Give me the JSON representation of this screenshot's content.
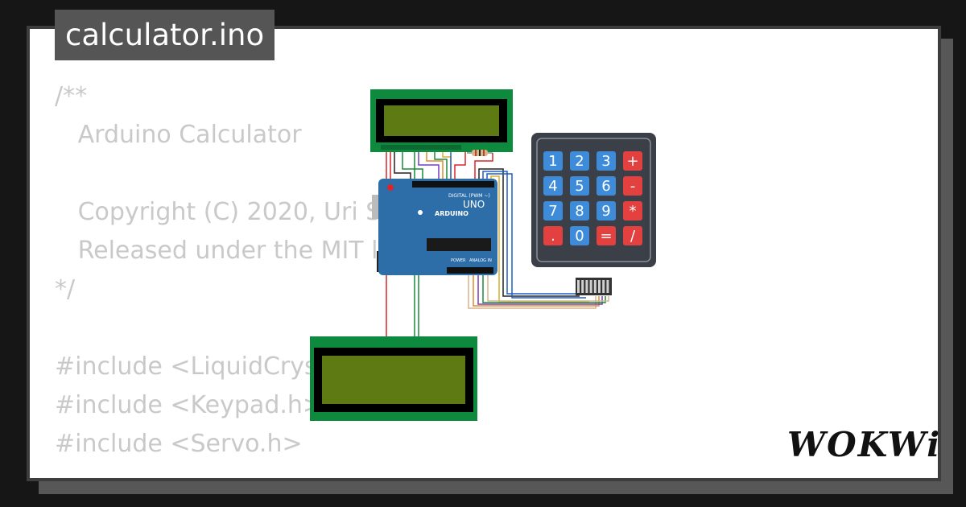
{
  "tab": {
    "filename": "calculator.ino"
  },
  "code_lines": [
    "/**",
    "   Arduino Calculator",
    "",
    "   Copyright (C) 2020, Uri Sh",
    "   Released under the MIT l",
    "*/",
    "",
    "#include <LiquidCrys",
    "#include <Keypad.h>",
    "#include <Servo.h>"
  ],
  "board": {
    "brand": "ARDUINO",
    "model": "UNO",
    "digital_label": "DIGITAL (PWM ~)",
    "power_label": "POWER",
    "analog_label": "ANALOG IN"
  },
  "keypad": {
    "keys": [
      "1",
      "2",
      "3",
      "+",
      "4",
      "5",
      "6",
      "-",
      "7",
      "8",
      "9",
      "*",
      ".",
      "0",
      "=",
      "/"
    ]
  },
  "logo": {
    "text": "WOKWi"
  },
  "colors": {
    "lcd_board": "#0e8a3e",
    "lcd_screen": "#5e7a12",
    "arduino": "#2d6ea8",
    "keypad_body": "#3b4048",
    "key_blue": "#3d8bd9",
    "key_red": "#e3413f"
  }
}
